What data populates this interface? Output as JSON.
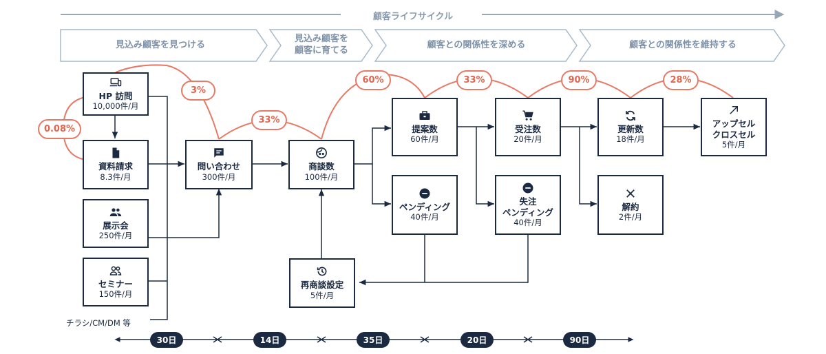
{
  "lifecycle_label": "顧客ライフサイクル",
  "phases": [
    "見込み顧客を見つける",
    "見込み顧客を\n顧客に育てる",
    "顧客との関係性を深める",
    "顧客との関係性を維持する"
  ],
  "nodes": {
    "hp_visit": {
      "name": "HP 訪問",
      "sub": "10,000件/月",
      "icon": "devices-icon"
    },
    "doc_request": {
      "name": "資料請求",
      "sub": "8.3件/月",
      "icon": "document-icon"
    },
    "exhibition": {
      "name": "展示会",
      "sub": "250件/月",
      "icon": "group-icon"
    },
    "seminar": {
      "name": "セミナー",
      "sub": "150件/月",
      "icon": "people-outline-icon"
    },
    "inquiry": {
      "name": "問い合わせ",
      "sub": "300件/月",
      "icon": "chat-icon"
    },
    "negotiation": {
      "name": "商談数",
      "sub": "100件/月",
      "icon": "face-icon"
    },
    "proposal": {
      "name": "提案数",
      "sub": "60件/月",
      "icon": "briefcase-icon"
    },
    "pending": {
      "name": "ペンディング",
      "sub": "40件/月",
      "icon": "minus-circle-icon"
    },
    "order": {
      "name": "受注数",
      "sub": "20件/月",
      "icon": "cart-icon"
    },
    "lost_pending": {
      "name": "失注\nペンディング",
      "sub": "40件/月",
      "icon": "minus-circle-icon"
    },
    "renewal": {
      "name": "更新数",
      "sub": "18件/月",
      "icon": "refresh-icon"
    },
    "cancel": {
      "name": "解約",
      "sub": "2件/月",
      "icon": "close-icon"
    },
    "upsell": {
      "name": "アップセル\nクロスセル",
      "sub": "5件/月",
      "icon": "arrow-up-right-icon"
    },
    "re_negotiation": {
      "name": "再商談設定",
      "sub": "5件/月",
      "icon": "history-icon"
    }
  },
  "rates": {
    "doc_rate": "0.08%",
    "hp_inquiry_rate": "3%",
    "inquiry_negotiation_rate": "33%",
    "negotiation_proposal_rate": "60%",
    "proposal_order_rate": "33%",
    "order_renewal_rate": "90%",
    "renewal_upsell_rate": "28%"
  },
  "other_channels": "チラシ/CM/DM 等",
  "durations": [
    "30日",
    "14日",
    "35日",
    "20日",
    "90日"
  ],
  "colors": {
    "navy": "#1b2a40",
    "accent": "#e77a65",
    "phase": "#7f93a8"
  }
}
